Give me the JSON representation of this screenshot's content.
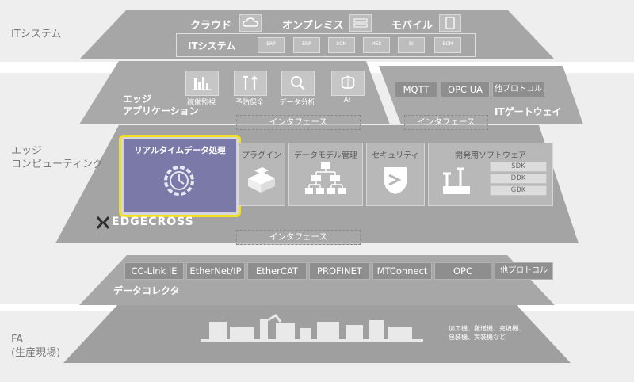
{
  "layers": {
    "it_system": {
      "label": "ITシステム",
      "cloud": "クラウド",
      "onprem": "オンプレミス",
      "mobile": "モバイル",
      "inner_label": "ITシステム",
      "mini_icon_labels": [
        "ERP",
        "ERP",
        "SCM",
        "MES",
        "BI",
        "ECM"
      ]
    },
    "edge_app": {
      "label": "エッジ\nアプリケーション",
      "items": [
        {
          "icon": "bar-chart-icon",
          "label": "稼働監視"
        },
        {
          "icon": "tools-icon",
          "label": "予防保全"
        },
        {
          "icon": "magnifier-icon",
          "label": "データ分析"
        },
        {
          "icon": "brain-icon",
          "label": "AI"
        }
      ],
      "interface": "インタフェース"
    },
    "it_gateway": {
      "label": "ITゲートウェイ",
      "protocols": [
        "MQTT",
        "OPC UA",
        "他プロトコル"
      ],
      "interface": "インタフェース"
    },
    "edge_computing": {
      "label": "エッジ\nコンピューティング",
      "brand": "EDGECROSS",
      "realtime": "リアルタイムデータ処理",
      "plugin": "プラグイン",
      "data_model": "データモデル管理",
      "security": "セキュリティ",
      "dev_software": "開発用ソフトウェア",
      "sdk_items": [
        "SDK",
        "DDK",
        "GDK"
      ],
      "interface": "インタフェース"
    },
    "data_collector": {
      "label": "データコレクタ",
      "protocols": [
        "CC-Link IE",
        "EtherNet/IP",
        "EtherCAT",
        "PROFINET",
        "MTConnect",
        "OPC",
        "他プロトコル"
      ]
    },
    "fa": {
      "label": "FA\n(生産現場)",
      "machines_note": "加工機、搬送機、充填機、\n包装機、実装機など"
    }
  },
  "colors": {
    "highlight": "#f2df1f",
    "realtime_card": "#7a79a8",
    "layer": "#a6a6a6",
    "side_text": "#7a7a7a"
  }
}
